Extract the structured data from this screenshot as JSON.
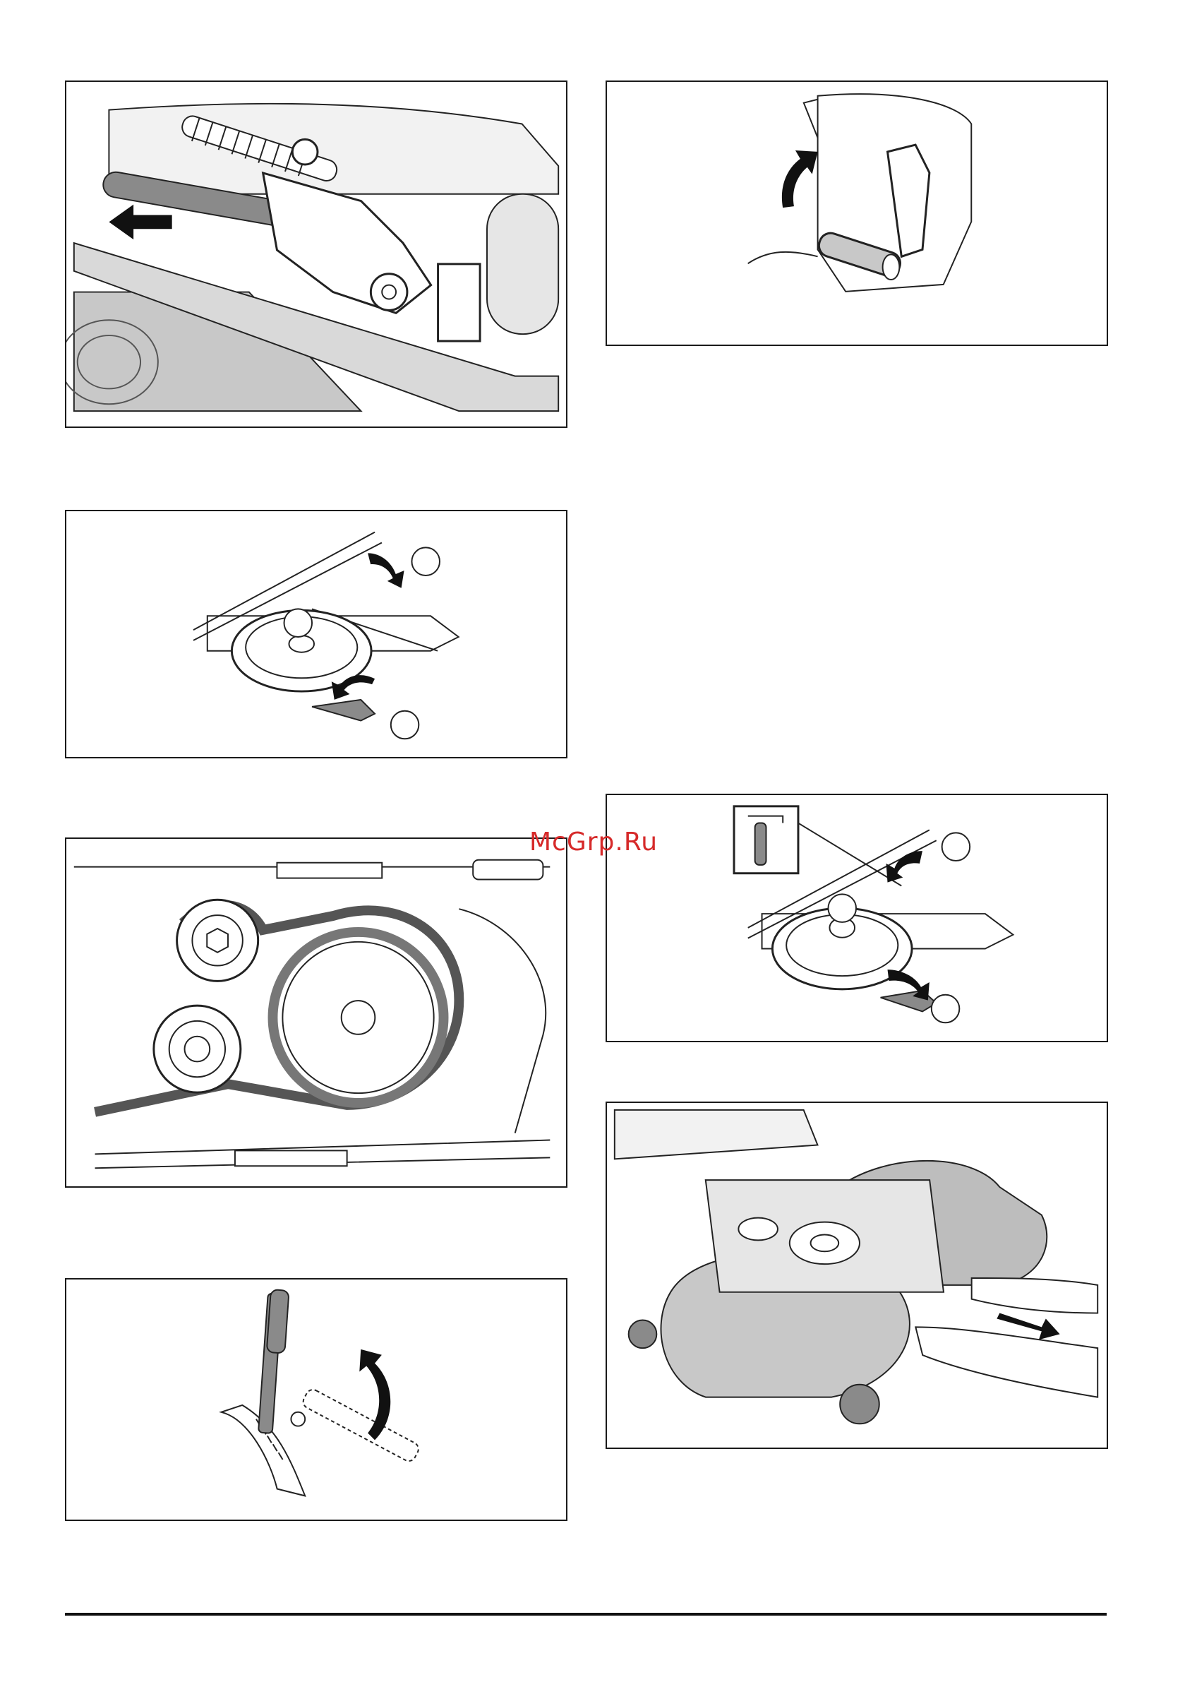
{
  "watermark": "McGrp.Ru",
  "figures": [
    {
      "id": "fig-release-rod",
      "icon": "rod-release-arrow-left"
    },
    {
      "id": "fig-lever-raise",
      "icon": "rod-rotate-up-arrow"
    },
    {
      "id": "fig-belt-tension-remove",
      "icon": "pulley-with-callouts-1-2-3"
    },
    {
      "id": "fig-belt-routing",
      "icon": "drive-belt-pulleys"
    },
    {
      "id": "fig-belt-tension-install",
      "icon": "pulley-with-callouts-and-inset"
    },
    {
      "id": "fig-height-lever",
      "icon": "cutting-height-lever-up"
    },
    {
      "id": "fig-deck-pull-out",
      "icon": "mower-deck-pull-out"
    }
  ],
  "colors": {
    "frame": "#1a1a1a",
    "shade": "#c8c8c8",
    "dark_shade": "#8a8a8a",
    "watermark": "#d62a2a"
  }
}
